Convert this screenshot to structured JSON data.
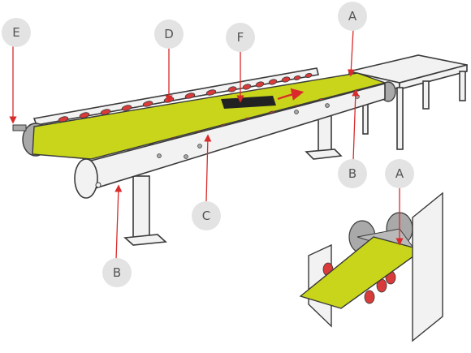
{
  "callouts": {
    "a_top": "A",
    "a_detail": "A",
    "b_right": "B",
    "b_left": "B",
    "c": "C",
    "d": "D",
    "e": "E",
    "f": "F"
  },
  "colors": {
    "belt": "#c8d51a",
    "roller": "#d93a3a",
    "arrow": "#d92b2b",
    "frame": "#f2f2f2",
    "outline": "#3a3a3a",
    "drum": "#a9a9a9",
    "label_bg": "#e3e3e3",
    "item": "#222222"
  }
}
